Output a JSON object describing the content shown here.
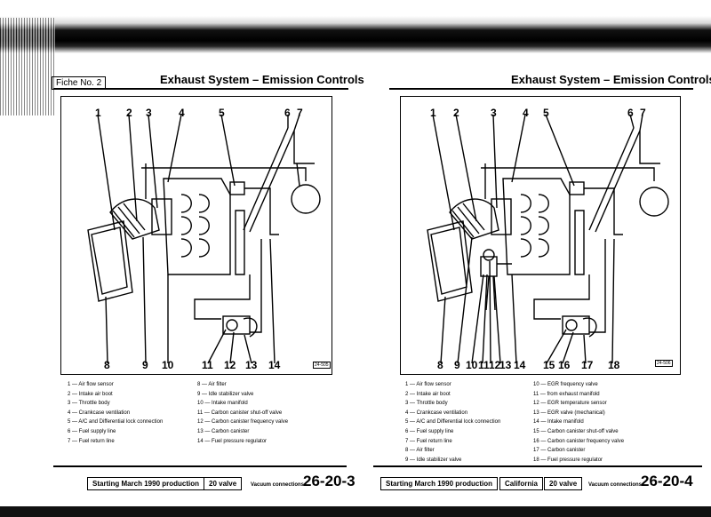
{
  "left": {
    "fiche": "Fiche No. 2",
    "title": "Exhaust System – Emission Controls",
    "ref_code": "24-505",
    "callouts_top": [
      "1",
      "2",
      "3",
      "4",
      "5",
      "6",
      "7"
    ],
    "callouts_bottom": [
      "8",
      "9",
      "10",
      "11",
      "12",
      "13",
      "14"
    ],
    "legend_col1": [
      "1 — Air flow sensor",
      "2 — Intake air boot",
      "3 — Throttle body",
      "4 — Crankcase ventilation",
      "5 — A/C and Differential lock connection",
      "6 — Fuel supply line",
      "7 — Fuel return line"
    ],
    "legend_col2": [
      "8 — Air filter",
      "9 — Idle stabilizer valve",
      "10 — Intake manifold",
      "11 — Carbon canister shut-off valve",
      "12 — Carbon canister frequency valve",
      "13 — Carbon canister",
      "14 — Fuel pressure regulator"
    ],
    "footer_production": "Starting March 1990 production",
    "footer_variant": "20 valve",
    "footer_label": "Vacuum connections",
    "footer_page": "26-20-3"
  },
  "right": {
    "title": "Exhaust System – Emission Controls",
    "ref_code": "24-506",
    "callouts_top": [
      "1",
      "2",
      "3",
      "4",
      "5",
      "6",
      "7"
    ],
    "callouts_bottom": [
      "8",
      "9",
      "10",
      "11",
      "12",
      "13",
      "14",
      "15",
      "16",
      "17",
      "18"
    ],
    "legend_col1": [
      "1 — Air flow sensor",
      "2 — Intake air boot",
      "3 — Throttle body",
      "4 — Crankcase ventilation",
      "5 — A/C and Differential lock connection",
      "6 — Fuel supply line",
      "7 — Fuel return line",
      "8 — Air filter",
      "9 — Idle stabilizer valve"
    ],
    "legend_col2": [
      "10 — EGR frequency valve",
      "11 — from exhaust manifold",
      "12 — EGR temperature sensor",
      "13 — EGR valve (mechanical)",
      "14 — Intake manifold",
      "15 — Carbon canister shut-off valve",
      "16 — Carbon canister frequency valve",
      "17 — Carbon canister",
      "18 — Fuel pressure regulator"
    ],
    "footer_production": "Starting March 1990 production",
    "footer_region": "California",
    "footer_variant": "20 valve",
    "footer_label": "Vacuum connections",
    "footer_page": "26-20-4"
  }
}
